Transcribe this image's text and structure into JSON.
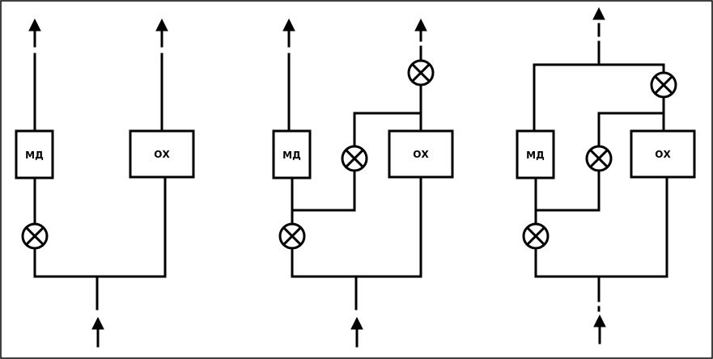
{
  "diagrams": [
    {
      "md_label": "МД",
      "ox_label": "ОХ"
    },
    {
      "md_label": "МД",
      "ox_label": "ОХ"
    },
    {
      "md_label": "МД",
      "ox_label": "ОХ"
    }
  ],
  "colors": {
    "line": "#000000",
    "background": "#ffffff",
    "frame": "#000000"
  },
  "icons": {
    "valve": "circle-cross-icon",
    "flow": "arrow-up-icon"
  }
}
